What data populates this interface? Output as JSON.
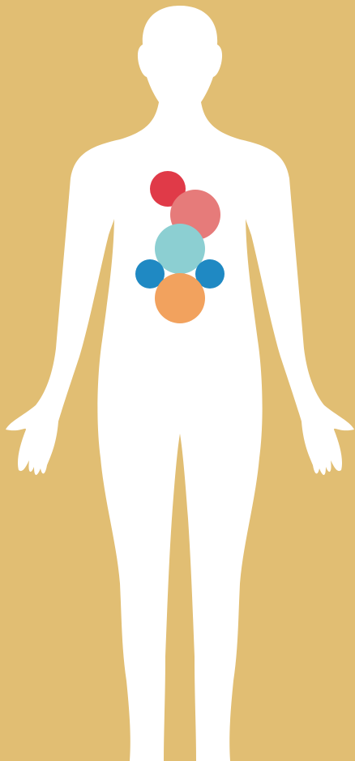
{
  "colors": {
    "background": "#E1BE73",
    "body": "#FFFFFF"
  },
  "figure": {
    "icon": "human-body-silhouette",
    "view": "front"
  },
  "markers": [
    {
      "id": "marker-crimson",
      "color": "#E03A48"
    },
    {
      "id": "marker-salmon",
      "color": "#E67B7A"
    },
    {
      "id": "marker-teal",
      "color": "#8CCFD2"
    },
    {
      "id": "marker-blue-left",
      "color": "#1F89C3"
    },
    {
      "id": "marker-blue-right",
      "color": "#1F89C3"
    },
    {
      "id": "marker-orange",
      "color": "#F2A25E"
    }
  ]
}
